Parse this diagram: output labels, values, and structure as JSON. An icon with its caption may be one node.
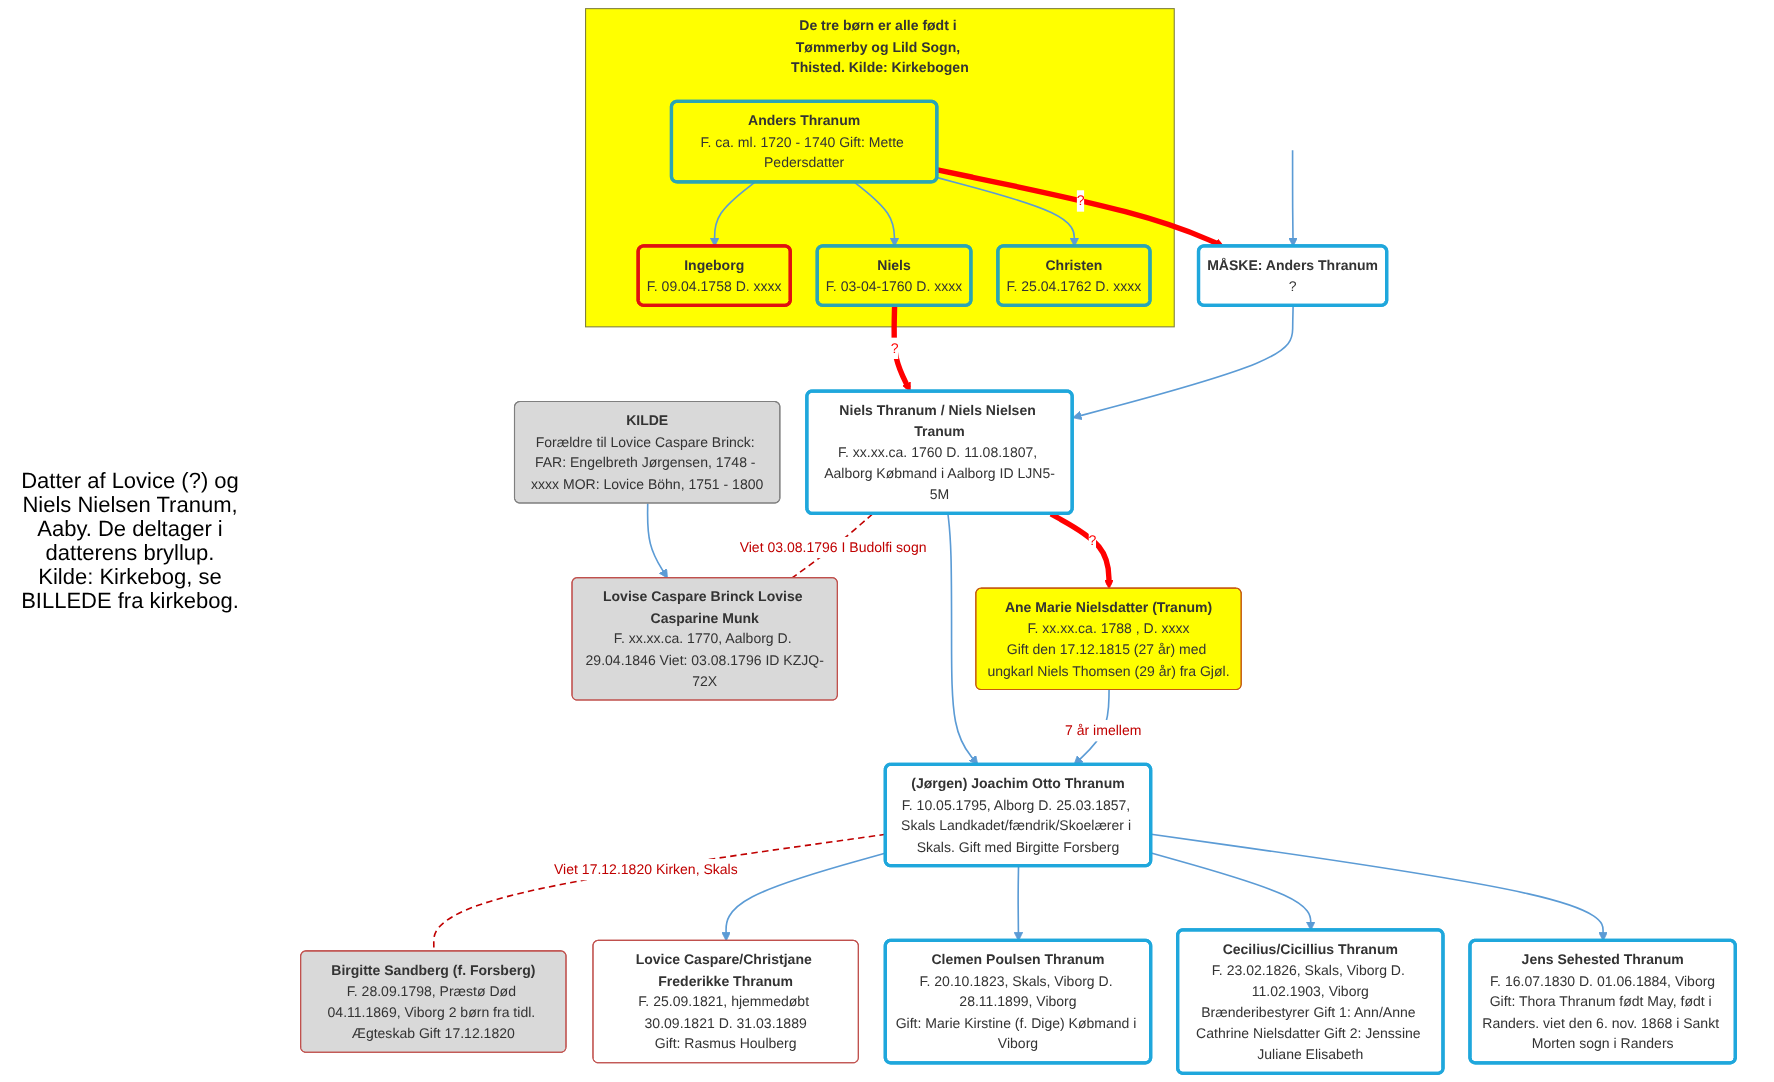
{
  "diagram": {
    "nodes": [
      {
        "text": [
          "De tre børn er alle født i Tømmerby og Lild Sogn, Thisted. Kilde: Kirkebogen"
        ]
      },
      {
        "text": [
          "Anders Thranum",
          "F. ca. ml. 1720 - 1740 Gift: Mette Pedersdatter"
        ],
        "in": 0
      },
      {
        "text": [
          "Ingeborg",
          "F. 09.04.1758 D. xxxx"
        ],
        "in": 0
      },
      {
        "text": [
          "Niels",
          "F. 03-04-1760 D. xxxx"
        ],
        "in": 0
      },
      {
        "text": [
          "Christen",
          "F. 25.04.1762 D. xxxx"
        ],
        "in": 0
      },
      {
        "text": [
          "MÅSKE: Anders Thranum",
          "?"
        ]
      },
      {
        "text": [
          "KILDE",
          "Forældre til Lovice Caspare Brinck: FAR: Engelbreth Jørgensen, 1748 - xxxx MOR: Lovice Böhn, 1751 - 1800"
        ]
      },
      {
        "text": [
          "Niels Thranum / Niels Nielsen Tranum",
          "F. xx.xx.ca. 1760 D. 11.08.1807, Aalborg Købmand i Aalborg ID LJN5-5M"
        ]
      },
      {
        "text": [
          "Lovise Caspare Brinck Lovise Casparine Munk",
          "F. xx.xx.ca. 1770, Aalborg D. 29.04.1846 Viet: 03.08.1796 ID KZJQ-72X"
        ]
      },
      {
        "text": [
          "Ane Marie Nielsdatter (Tranum)",
          "F. xx.xx.ca. 1788 , D. xxxx",
          "Gift den 17.12.1815 (27 år) med ungkarl Niels Thomsen (29 år) fra Gjøl."
        ]
      },
      {
        "text": [
          "(Jørgen) Joachim Otto Thranum",
          "F. 10.05.1795, Alborg D. 25.03.1857, Skals Landkadet/fændrik/Skoelærer i Skals. Gift med Birgitte Forsberg"
        ]
      },
      {
        "text": [
          "Birgitte Sandberg (f. Forsberg)",
          "F. 28.09.1798, Præstø Død 04.11.1869, Viborg 2 børn fra tidl. Ægteskab Gift 17.12.1820"
        ]
      },
      {
        "text": [
          "Lovice Caspare/Christjane Frederikke Thranum",
          "F. 25.09.1821, hjemmedøbt 30.09.1821 D. 31.03.1889",
          "Gift: Rasmus Houlberg"
        ]
      },
      {
        "text": [
          "Clemen Poulsen Thranum",
          "F. 20.10.1823, Skals, Viborg D. 28.11.1899, Viborg",
          "Gift: Marie Kirstine (f. Dige) Købmand i Viborg"
        ]
      },
      {
        "text": [
          "Cecilius/Cicillius Thranum",
          "F. 23.02.1826, Skals, Viborg D. 11.02.1903, Viborg",
          "Brænderibestyrer Gift 1: Ann/Anne Cathrine Nielsdatter Gift 2: Jenssine Juliane Elisabeth"
        ]
      },
      {
        "text": [
          "Jens Sehested Thranum",
          "F. 16.07.1830 D. 01.06.1884, Viborg",
          "Gift: Thora Thranum født May, født i Randers. viet den 6. nov. 1868 i Sankt Morten sogn i Randers"
        ]
      }
    ],
    "edges": [
      {
        "from": null,
        "to": 5,
        "arrow": "to"
      },
      {
        "from": 1,
        "to": 2,
        "arrow": "to"
      },
      {
        "from": 1,
        "to": 3,
        "arrow": "to"
      },
      {
        "from": 1,
        "to": 4,
        "arrow": "to"
      },
      {
        "from": 1,
        "to": 5,
        "arrow": "to",
        "label": "?",
        "style": "thick",
        "color": "#ff0000"
      },
      {
        "from": 3,
        "to": 7,
        "arrow": "to",
        "label": "?",
        "style": "thick",
        "color": "#ff0000"
      },
      {
        "from": 5,
        "to": 7,
        "arrow": "to"
      },
      {
        "from": 6,
        "to": 8,
        "arrow": "to"
      },
      {
        "from": 7,
        "to": 8,
        "arrow": "none",
        "label": "Viet 03.08.1796 I Budolfi sogn",
        "style": "dashed",
        "color": "#c00000"
      },
      {
        "from": 7,
        "to": 9,
        "arrow": "to",
        "label": "?",
        "style": "thick",
        "color": "#ff0000"
      },
      {
        "from": 7,
        "to": 10,
        "arrow": "to"
      },
      {
        "from": 9,
        "to": 10,
        "arrow": "to",
        "label": "7 år imellem"
      },
      {
        "from": 10,
        "to": 11,
        "arrow": "none",
        "label": "Viet 17.12.1820 Kirken, Skals",
        "style": "dashed",
        "color": "#c00000"
      },
      {
        "from": 10,
        "to": 12,
        "arrow": "to"
      },
      {
        "from": 10,
        "to": 13,
        "arrow": "to"
      },
      {
        "from": 10,
        "to": 14,
        "arrow": "to"
      },
      {
        "from": 10,
        "to": 15,
        "arrow": "to"
      }
    ],
    "labels": [
      "Datter af Lovice (?) og Niels Nielsen Tranum, Aaby. De deltager i datterens bryllup. Kilde: Kirkebog, se BILLEDE fra kirkebog."
    ]
  }
}
